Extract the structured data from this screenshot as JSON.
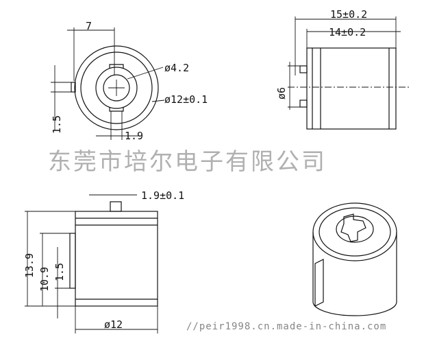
{
  "watermark": {
    "company": "东莞市培尔电子有限公司",
    "url": "//peir1998.cn.made-in-china.com"
  },
  "dimensions": {
    "end_view": {
      "width_top": "7",
      "bore": "ø4.2",
      "outer": "ø12±0.1",
      "height_left": "1.5",
      "tab": "1.9"
    },
    "side_view": {
      "overall_length": "15±0.2",
      "body_length": "14±0.2",
      "shaft": "ø6"
    },
    "front_view": {
      "pin": "1.9±0.1",
      "height_total": "13.9",
      "height_body": "10.9",
      "tab_height": "1.5",
      "diameter": "ø12"
    }
  }
}
